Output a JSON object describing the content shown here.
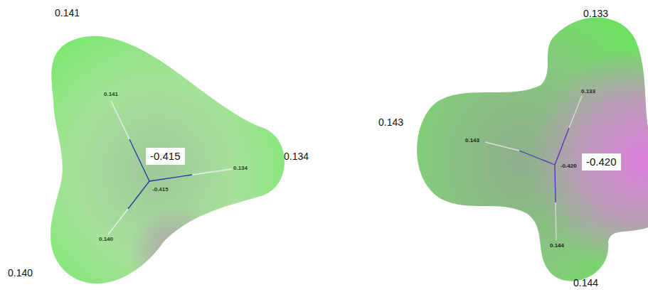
{
  "diagram": {
    "nodes": [
      {
        "text": [
          "-0.415"
        ]
      },
      {
        "text": [
          "-0.420"
        ]
      }
    ],
    "labels": [
      "0.141",
      "0.141",
      "-0.415",
      "0.134",
      "0.134",
      "0.140",
      "0.140",
      "0.133",
      "0.133",
      "0.143",
      "0.143",
      "-0.420",
      "0.144",
      "0.144"
    ]
  }
}
